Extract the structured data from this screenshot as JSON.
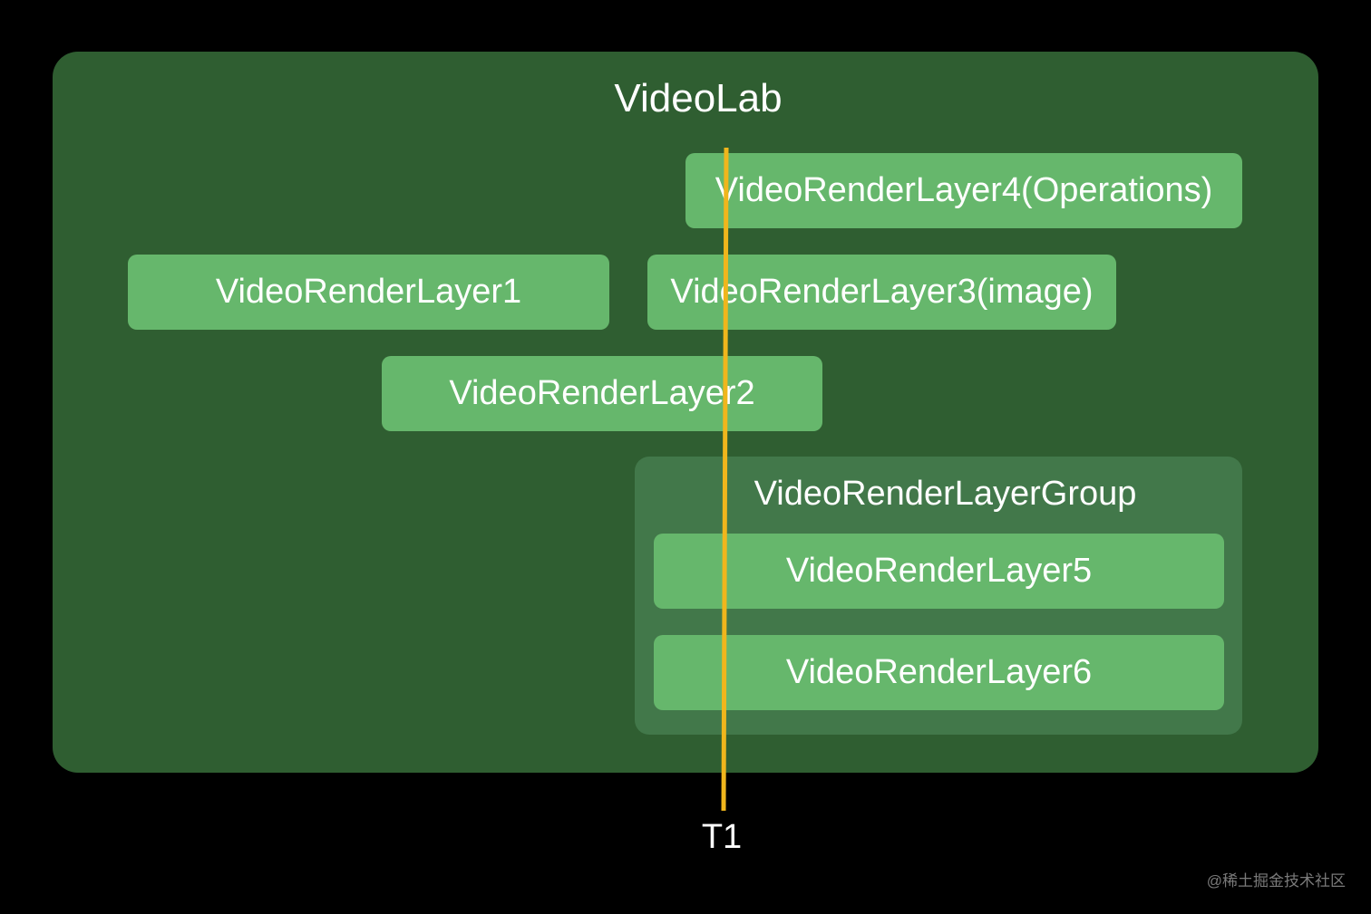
{
  "diagram": {
    "title": "VideoLab",
    "layers": {
      "layer1": "VideoRenderLayer1",
      "layer2": "VideoRenderLayer2",
      "layer3": "VideoRenderLayer3(image)",
      "layer4": "VideoRenderLayer4(Operations)",
      "layer5": "VideoRenderLayer5",
      "layer6": "VideoRenderLayer6"
    },
    "group_title": "VideoRenderLayerGroup",
    "time_marker": "T1",
    "colors": {
      "background": "#000000",
      "container": "#2f5e31",
      "group": "#42784a",
      "layer": "#66b76c",
      "time_marker": "#f0b61c"
    }
  },
  "watermark": "@稀土掘金技术社区"
}
